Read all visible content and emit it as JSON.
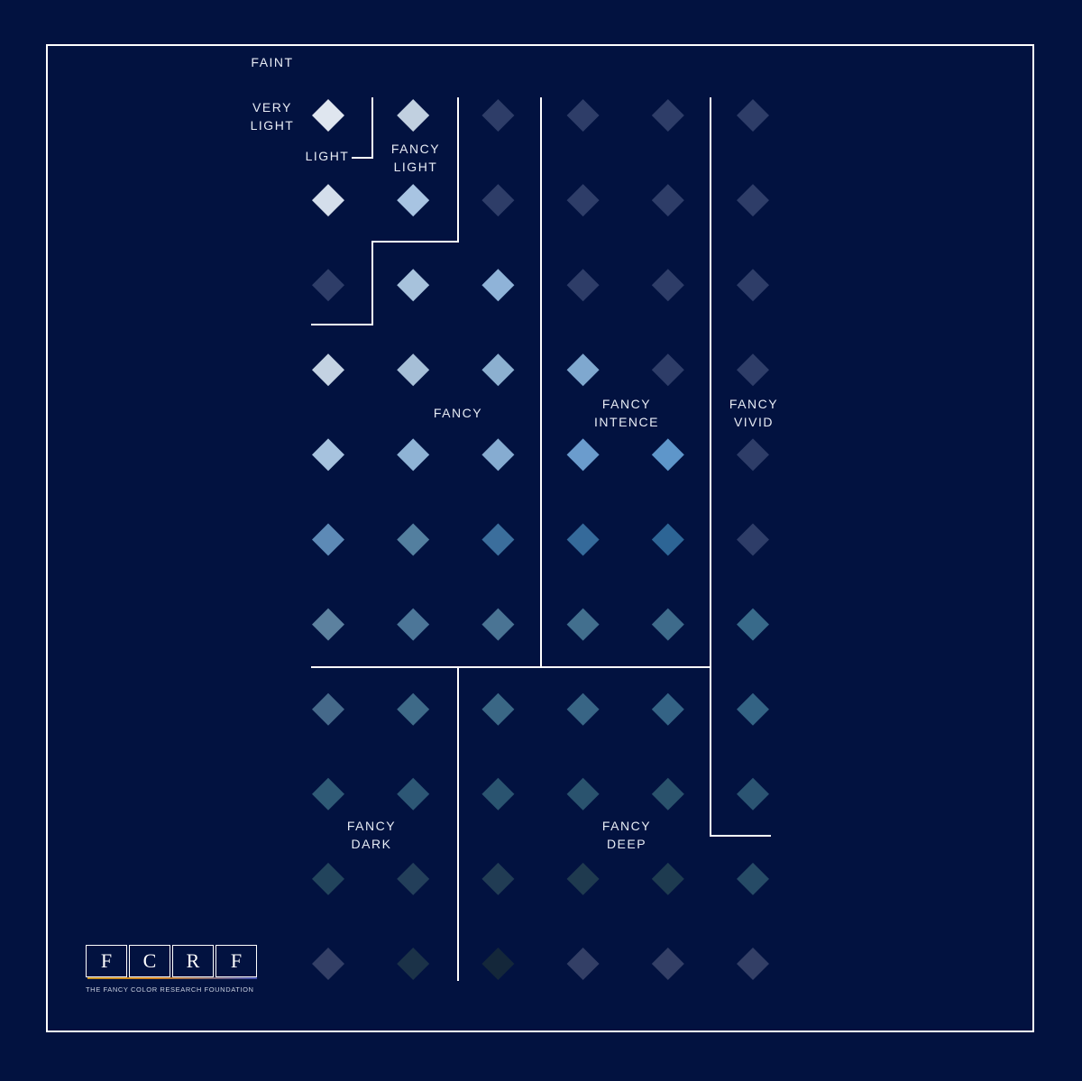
{
  "labels": {
    "faint": "FAINT",
    "very_light": "VERY\nLIGHT",
    "light": "LIGHT",
    "fancy_light": "FANCY\nLIGHT",
    "fancy": "FANCY",
    "fancy_intence": "FANCY\nINTENCE",
    "fancy_vivid": "FANCY\nVIVID",
    "fancy_dark": "FANCY\nDARK",
    "fancy_deep": "FANCY\nDEEP"
  },
  "logo": {
    "letters": [
      "F",
      "C",
      "R",
      "F"
    ],
    "caption": "THE FANCY COLOR RESEARCH FOUNDATION"
  },
  "colors": {
    "background": "#021240",
    "frame": "#ffffff",
    "boundary_lines": "#ffffff"
  },
  "diamond_grid": [
    [
      "#dfe6ef",
      "#c1d0e0",
      "#2e3d68",
      "#2e3d68",
      "#2e3d68",
      "#2e3d68"
    ],
    [
      "#d4deeb",
      "#a8c4e2",
      "#2e3d68",
      "#2e3d68",
      "#2e3d68",
      "#2e3d68"
    ],
    [
      "#2e3d68",
      "#a7c2dc",
      "#8fb3d8",
      "#2e3d68",
      "#2e3d68",
      "#2e3d68"
    ],
    [
      "#c3d2e2",
      "#a6bfd7",
      "#8cb0d0",
      "#7fa8cf",
      "#2e3d68",
      "#2e3d68"
    ],
    [
      "#a6c2de",
      "#8fb3d5",
      "#86acd1",
      "#6b9ccd",
      "#5e96ca",
      "#2e3d68"
    ],
    [
      "#5d8ab6",
      "#537f9f",
      "#3b6e9c",
      "#356a9a",
      "#2d6595",
      "#2e3d68"
    ],
    [
      "#5c819f",
      "#4c7698",
      "#4a7494",
      "#426f8e",
      "#3e6b8b",
      "#386a8a"
    ],
    [
      "#45698a",
      "#3e6a88",
      "#3a6785",
      "#386585",
      "#346385",
      "#336384"
    ],
    [
      "#2f5a76",
      "#2d5775",
      "#2a5470",
      "#2a536e",
      "#2a526c",
      "#2b5472"
    ],
    [
      "#22445c",
      "#233f5a",
      "#213c54",
      "#1f3a4f",
      "#1e3b50",
      "#264b66"
    ],
    [
      "#333f66",
      "#1b3248",
      "#14273a",
      "#333f66",
      "#333f66",
      "#333f66"
    ]
  ]
}
